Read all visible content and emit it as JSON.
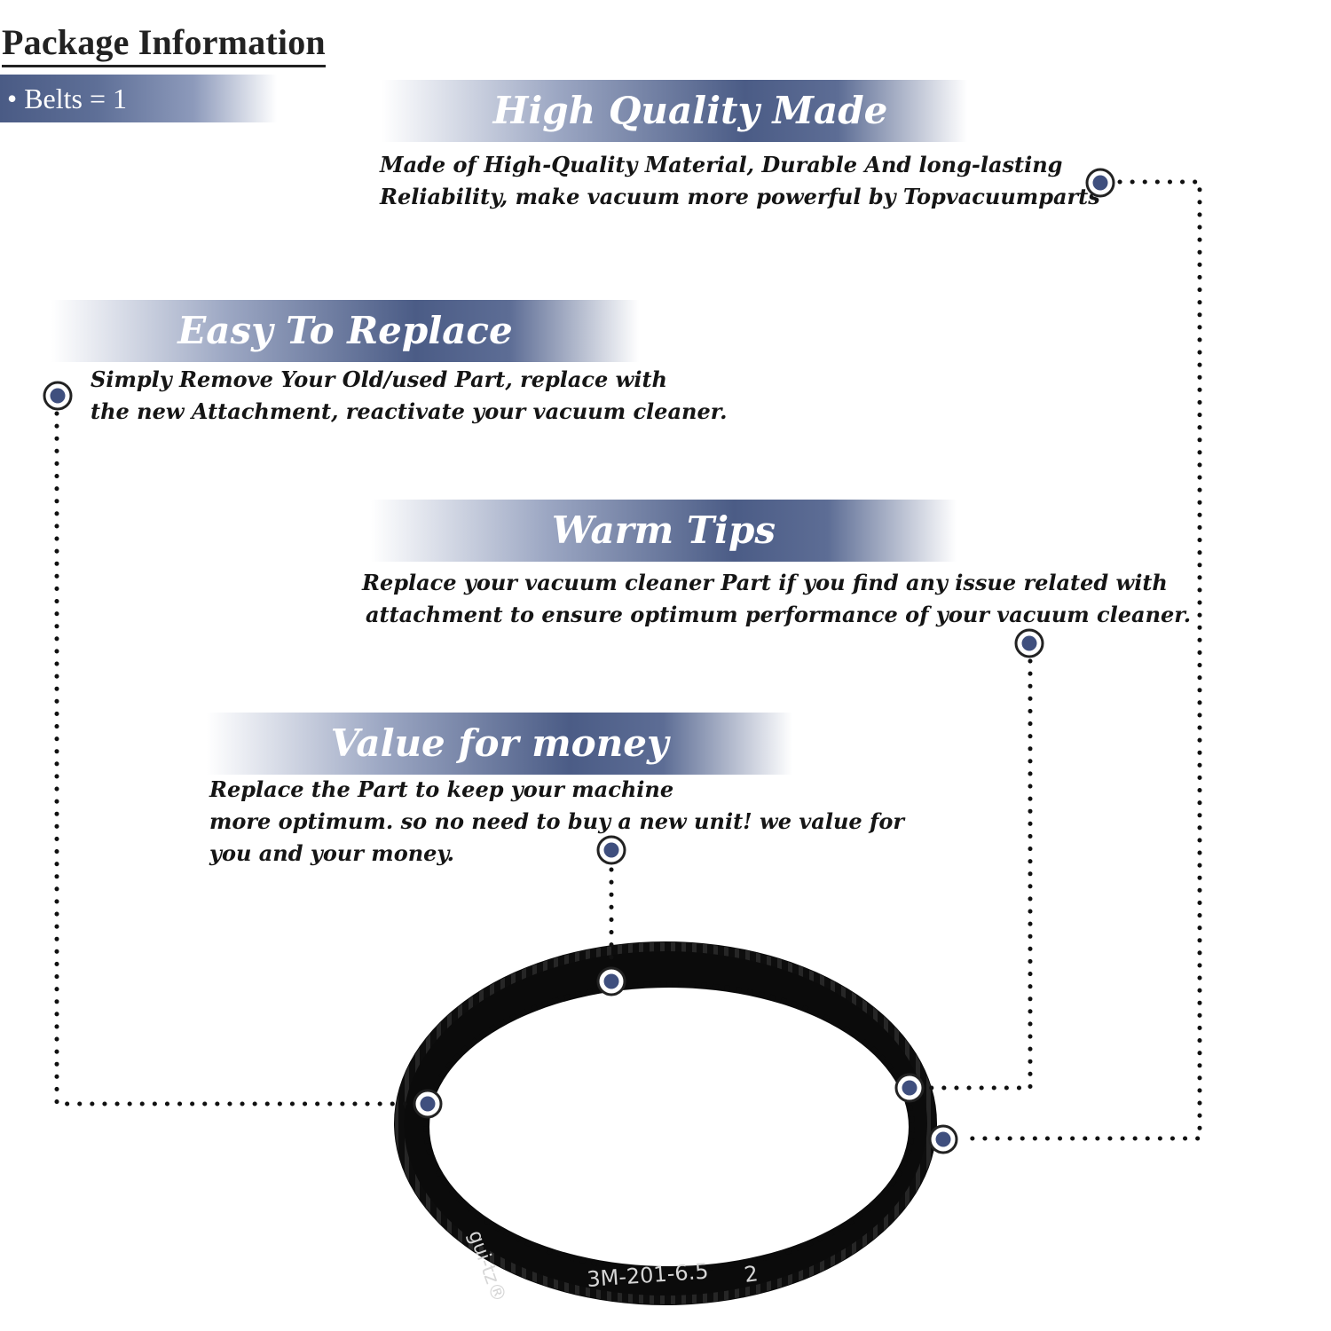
{
  "package": {
    "title": "Package Information",
    "item": "• Belts = 1"
  },
  "features": [
    {
      "title": "High Quality Made",
      "lines": [
        "Made of  High-Quality Material, Durable And long-lasting",
        "Reliability, make vacuum more powerful by Topvacuumparts"
      ]
    },
    {
      "title": "Easy To Replace",
      "lines": [
        "Simply Remove Your Old/used Part, replace with",
        "the new Attachment, reactivate your vacuum cleaner."
      ]
    },
    {
      "title": "Warm Tips",
      "lines": [
        "Replace your vacuum cleaner Part if you find any issue related with",
        "attachment to ensure optimum performance of your vacuum cleaner."
      ]
    },
    {
      "title": "Value for money",
      "lines": [
        "Replace the Part to keep your machine",
        "more optimum. so no need to buy a new unit! we value for",
        "you and your money."
      ]
    }
  ],
  "belt": {
    "brand": "gui-tz®",
    "model": "3M-201-6.5",
    "mark": "2"
  },
  "colors": {
    "accent": "#4b5c86",
    "dot": "#3f4f7e",
    "belt": "#0c0c0c"
  }
}
